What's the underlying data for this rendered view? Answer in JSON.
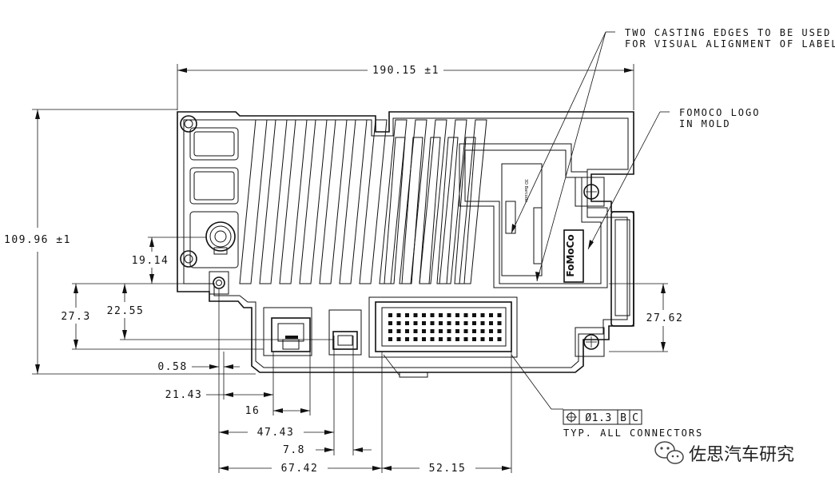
{
  "dimensions": {
    "overall_width": "190.15 ±1",
    "overall_height": "109.96 ±1",
    "d_19_14": "19.14",
    "d_27_3": "27.3",
    "d_22_55": "22.55",
    "d_0_58": "0.58",
    "d_21_43": "21.43",
    "d_16": "16",
    "d_47_43": "47.43",
    "d_7_8": "7.8",
    "d_67_42": "67.42",
    "d_52_15": "52.15",
    "d_27_62": "27.62"
  },
  "notes": {
    "casting_line1": "TWO CASTING EDGES TO BE USED",
    "casting_line2": "FOR VISUAL ALIGNMENT OF LABEL",
    "logo_line1": "FOMOCO LOGO",
    "logo_line2": "IN MOLD",
    "typ_connectors": "TYP. ALL CONNECTORS"
  },
  "tolerance_frame": {
    "symbol": "⌖",
    "value": "Ø1.3",
    "datum1": "B",
    "datum2": "C"
  },
  "logo_text": "FoMoCo",
  "watermark": "佐思汽车研究"
}
